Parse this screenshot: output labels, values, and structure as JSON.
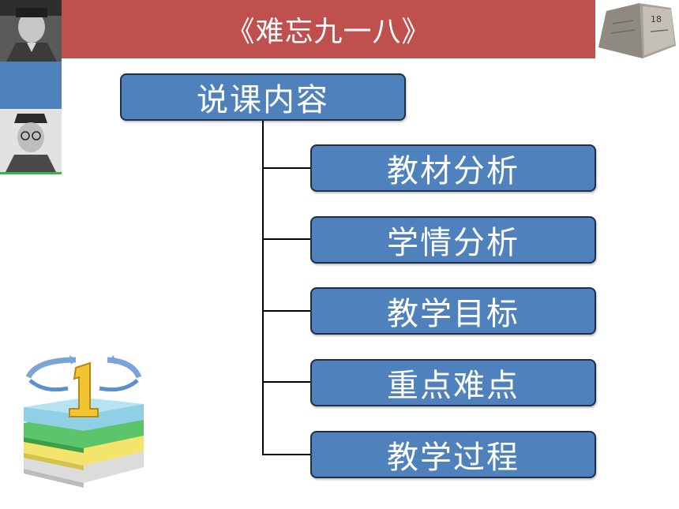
{
  "title": "《难忘九一八》",
  "root": {
    "label": "说课内容"
  },
  "items": [
    {
      "label": "教材分析"
    },
    {
      "label": "学情分析"
    },
    {
      "label": "教学目标"
    },
    {
      "label": "重点难点"
    },
    {
      "label": "教学过程"
    }
  ],
  "colors": {
    "title_bar": "#c0504d",
    "node_fill": "#4f81bd",
    "node_border": "#1f2f45"
  },
  "icons": [
    "portrait-photo",
    "portrait-photo",
    "monument-photo",
    "number-one-stack-icon"
  ]
}
